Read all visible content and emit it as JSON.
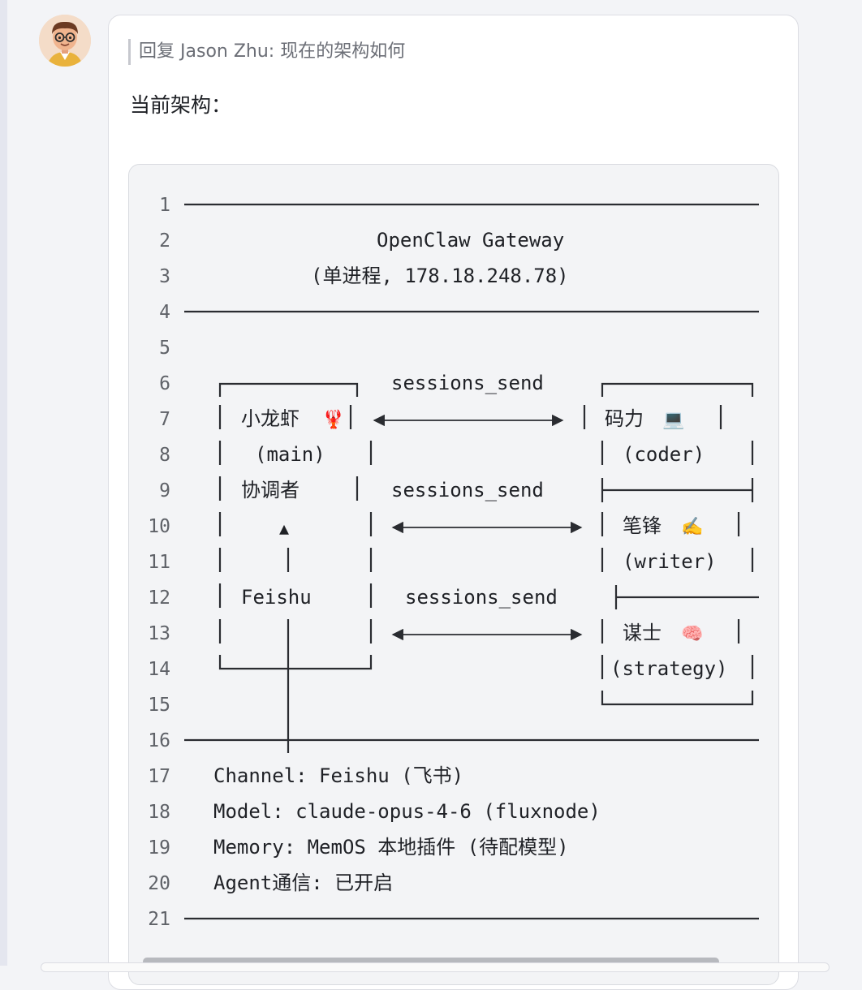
{
  "message": {
    "quote": {
      "prefix": "回复",
      "author": "Jason Zhu:",
      "text": "现在的架构如何"
    },
    "intro": "当前架构："
  },
  "code_block": {
    "line_numbers": [
      "1",
      "2",
      "3",
      "4",
      "5",
      "6",
      "7",
      "8",
      "9",
      "10",
      "11",
      "12",
      "13",
      "14",
      "15",
      "16",
      "17",
      "18",
      "19",
      "20",
      "21"
    ],
    "gateway_title": "OpenClaw Gateway",
    "gateway_subtitle": "(单进程, 178.18.248.78)",
    "main_agent": {
      "name": "小龙虾",
      "emoji": "🦞",
      "id": "(main)",
      "role": "协调者",
      "arrow": "▲",
      "channel": "Feishu"
    },
    "links": [
      "sessions_send",
      "sessions_send",
      "sessions_send"
    ],
    "agents": [
      {
        "name": "码力",
        "emoji": "💻",
        "id": "(coder)"
      },
      {
        "name": "笔锋",
        "emoji": "✍️",
        "id": "(writer)"
      },
      {
        "name": "谋士",
        "emoji": "🧠",
        "id": "(strategy)"
      }
    ],
    "details": [
      "Channel: Feishu (飞书)",
      "Model: claude-opus-4-6 (fluxnode)",
      "Memory: MemOS 本地插件 (待配模型)",
      "Agent通信: 已开启"
    ]
  },
  "colors": {
    "line_color": "#2a2c31",
    "line_number_color": "#5f6268",
    "code_bg": "#f3f4f6"
  }
}
